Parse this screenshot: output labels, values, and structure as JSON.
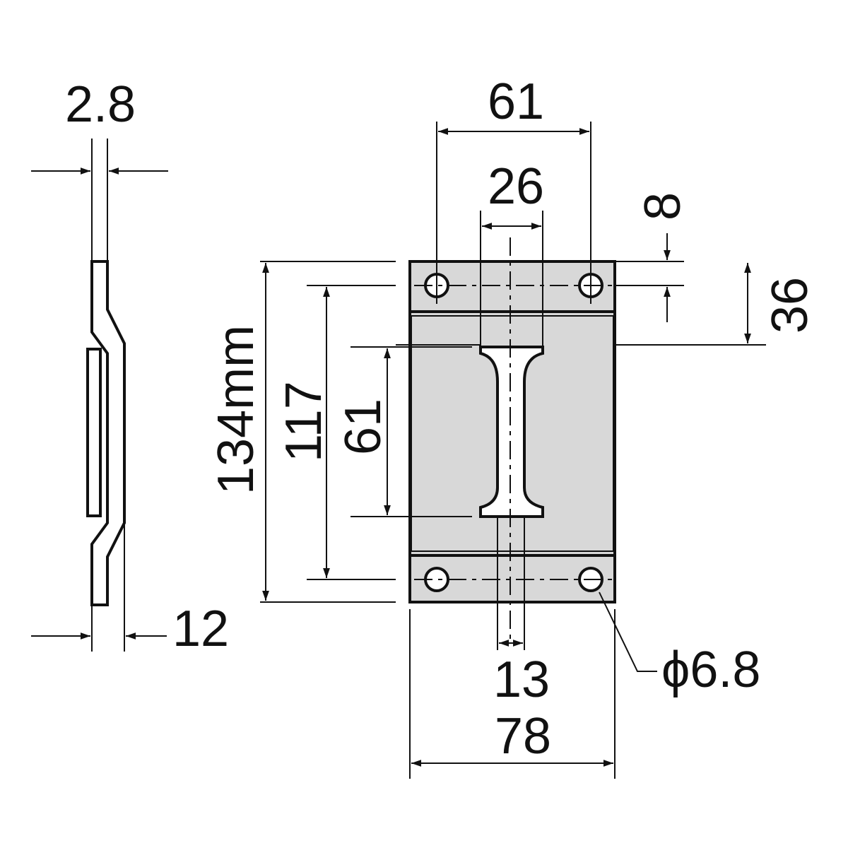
{
  "drawing": {
    "side_view": {
      "thickness_label": "2.8",
      "offset_label": "12"
    },
    "front_view": {
      "hole_spacing_label": "61",
      "slot_width_label": "26",
      "top_offset_label": "8",
      "top_band_label": "36",
      "overall_height_label": "134mm",
      "hole_pitch_label": "117",
      "slot_length_label": "61",
      "slot_neck_label": "13",
      "overall_width_label": "78",
      "hole_diameter_label": "ϕ6.8"
    },
    "colors": {
      "line": "#111111",
      "plate_fill": "#d8d8d8",
      "background": "#ffffff"
    }
  }
}
